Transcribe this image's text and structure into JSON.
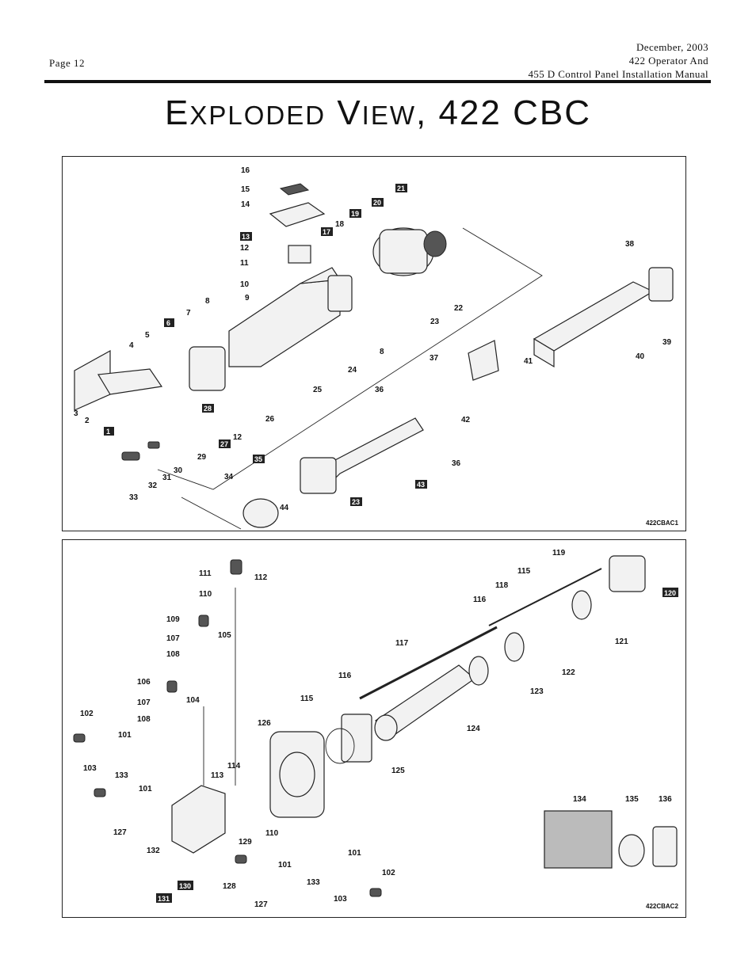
{
  "header": {
    "page": "Page 12",
    "date": "December, 2003",
    "line2": "422 Operator And",
    "line3": "455 D Control Panel Installation Manual"
  },
  "title": {
    "e": "E",
    "xploded": "XPLODED",
    "v": "V",
    "iew": "IEW",
    "rest": ", 422 CBC"
  },
  "diagram1": {
    "code": "422CBAC1",
    "labels": [
      "16",
      "15",
      "14",
      "21",
      "20",
      "19",
      "18",
      "17",
      "13",
      "12",
      "11",
      "10",
      "9",
      "38",
      "39",
      "40",
      "7",
      "8",
      "6",
      "5",
      "4",
      "3",
      "2",
      "1",
      "22",
      "23",
      "8",
      "24",
      "25",
      "26",
      "28",
      "27",
      "12",
      "29",
      "30",
      "31",
      "32",
      "33",
      "34",
      "35",
      "44",
      "41",
      "37",
      "36",
      "42",
      "36",
      "43",
      "23"
    ]
  },
  "diagram2": {
    "code": "422CBAC2",
    "labels": [
      "111",
      "112",
      "110",
      "119",
      "115",
      "120",
      "118",
      "116",
      "109",
      "105",
      "107",
      "108",
      "117",
      "121",
      "116",
      "122",
      "123",
      "106",
      "104",
      "107",
      "108",
      "115",
      "124",
      "126",
      "102",
      "101",
      "103",
      "133",
      "101",
      "113",
      "114",
      "125",
      "127",
      "132",
      "110",
      "129",
      "101",
      "101",
      "102",
      "128",
      "133",
      "130",
      "127",
      "103",
      "131",
      "134",
      "135",
      "136"
    ]
  }
}
